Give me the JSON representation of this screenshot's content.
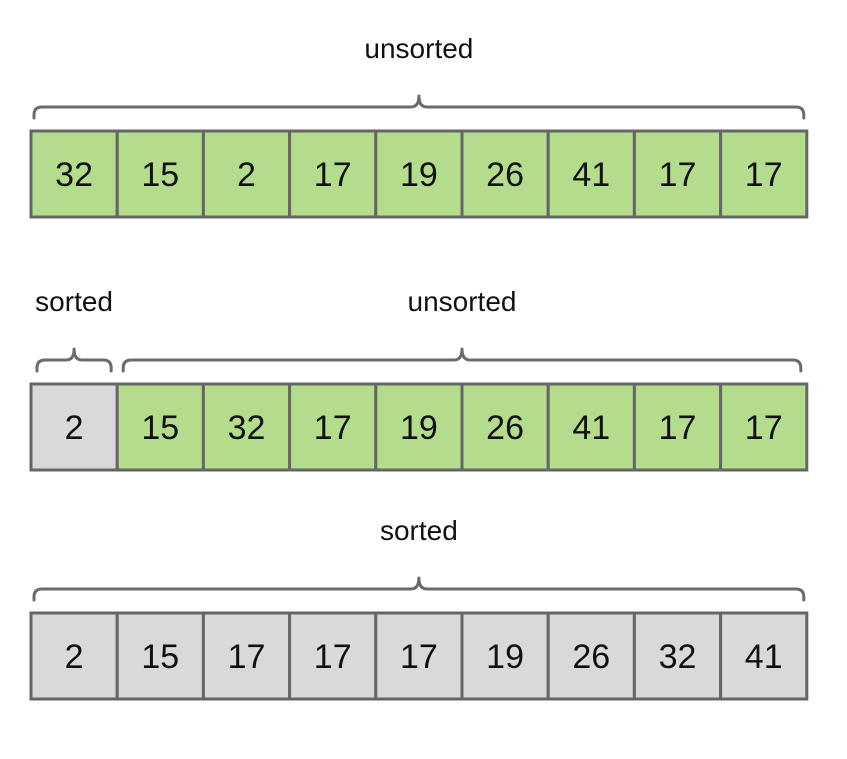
{
  "colors": {
    "unsorted_fill": "#b3dd8c",
    "sorted_fill": "#d9d9d9",
    "border": "#666666",
    "brace": "#6b6b6b"
  },
  "rows": [
    {
      "values": [
        32,
        15,
        2,
        17,
        19,
        26,
        41,
        17,
        17
      ],
      "sorted_count": 0,
      "braces": [
        {
          "label": "unsorted",
          "start": 0,
          "end": 9
        }
      ]
    },
    {
      "values": [
        2,
        15,
        32,
        17,
        19,
        26,
        41,
        17,
        17
      ],
      "sorted_count": 1,
      "braces": [
        {
          "label": "sorted",
          "start": 0,
          "end": 1
        },
        {
          "label": "unsorted",
          "start": 1,
          "end": 9
        }
      ]
    },
    {
      "values": [
        2,
        15,
        17,
        17,
        17,
        19,
        26,
        32,
        41
      ],
      "sorted_count": 9,
      "braces": [
        {
          "label": "sorted",
          "start": 0,
          "end": 9
        }
      ]
    }
  ]
}
